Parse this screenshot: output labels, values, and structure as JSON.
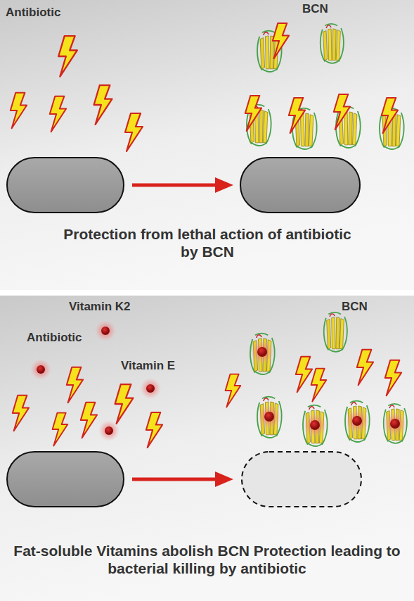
{
  "diagram": {
    "nodes": [
      {
        "text": [
          "Antibiotic",
          "BCN",
          "Protection from lethal action of antibiotic by BCN"
        ]
      },
      {
        "text": [
          "Vitamin K2",
          "Antibiotic",
          "Vitamin E",
          "BCN",
          "Fat-soluble Vitamins abolish BCN Protection leading to bacterial killing by antibiotic"
        ]
      }
    ]
  }
}
